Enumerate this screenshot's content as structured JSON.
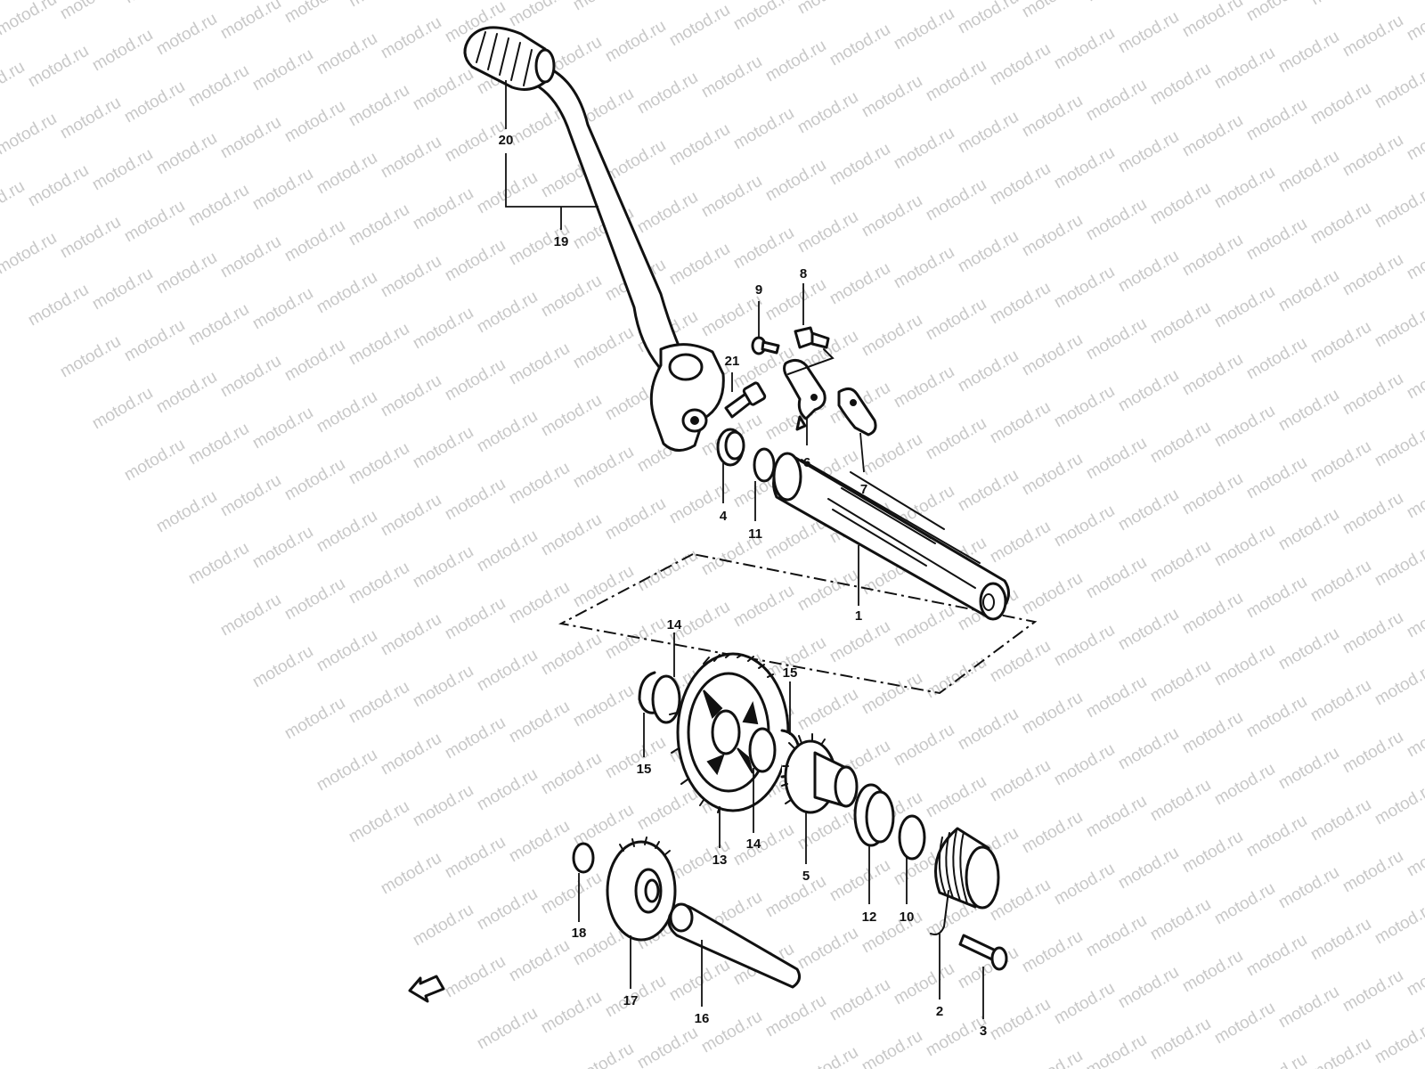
{
  "watermark": {
    "text": "motod.ru",
    "color": "#c8c8c8"
  },
  "parts": {
    "p1": "1",
    "p2": "2",
    "p3": "3",
    "p4": "4",
    "p5": "5",
    "p6": "6",
    "p7": "7",
    "p8": "8",
    "p9": "9",
    "p10": "10",
    "p11": "11",
    "p12": "12",
    "p13": "13",
    "p14": "14",
    "p15": "15",
    "p16": "16",
    "p17": "17",
    "p18": "18",
    "p19": "19",
    "p20": "20",
    "p21": "21"
  },
  "colors": {
    "line": "#111111",
    "background": "#ffffff"
  },
  "icons": {
    "direction_arrow": "front-arrow-icon"
  }
}
